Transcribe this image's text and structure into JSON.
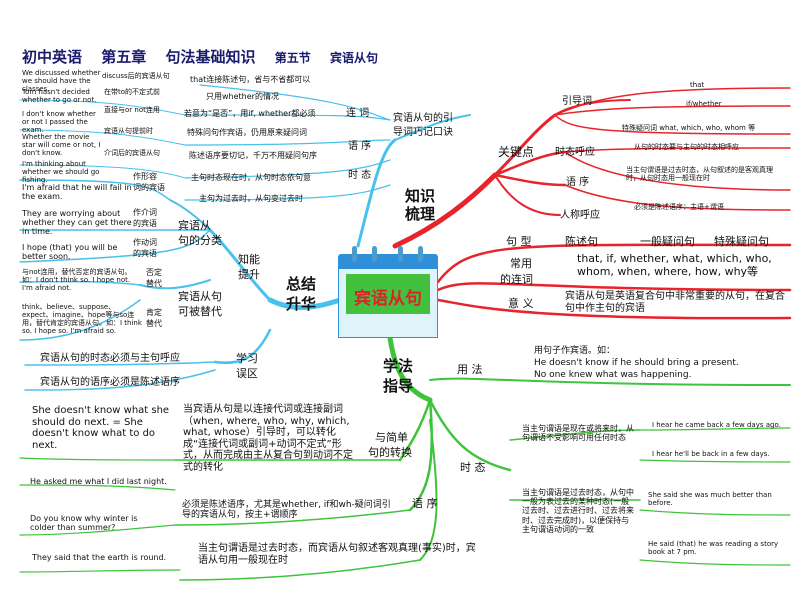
{
  "title": {
    "part1": "初中英语",
    "part2": "第五章",
    "part3": "句法基础知识",
    "part4": "第五节",
    "part5": "宾语从句"
  },
  "center": {
    "label": "宾语从句"
  },
  "knowledge": {
    "main": [
      "知识",
      "梳理"
    ],
    "keypoints": "关键点",
    "yindaoci": "引导词",
    "that": "that",
    "ifwhether": "if/whether",
    "special": "特殊疑问词 what, which, who, whom 等",
    "shitai_huying": "时态呼应",
    "shitai_huying_desc": "从句的时态要与主句的时态相呼应",
    "shitai_past_desc": "当主句谓语是过去时态，从句叙述的是客观真理时，从句时态用一般现在时",
    "yuxu": "语 序",
    "yuxu_desc": "必须是陈述语序：主语+谓语",
    "renchenghuying": "人称呼应",
    "juxing": "句 型",
    "chenshuju": "陈述句",
    "yibanyiwen": "一般疑问句",
    "teshuyiwen": "特殊疑问句",
    "changyong": [
      "常用",
      "的连词"
    ],
    "changyong_desc": "that, if, whether, what, which, who, whom, when, where, how, why等",
    "yiyi": "意 义",
    "yiyi_desc": "宾语从句是英语复合句中非常重要的从句，在复合句中作主句的宾语"
  },
  "summary": {
    "main": [
      "总结",
      "升华"
    ],
    "zhineng": [
      "知能",
      "提升"
    ],
    "fenlei": [
      "宾语从",
      "句的分类"
    ],
    "zuobiaoyu": [
      "作形容",
      "词的宾语"
    ],
    "zuobiaoyu_ex": "I'm afraid that he will fail in the exam.",
    "zuojieci": [
      "作介词",
      "的宾语"
    ],
    "zuojieci_ex": "They are worrying about whether they can get there in time.",
    "zuodongci": [
      "作动词",
      "的宾语"
    ],
    "zuodongci_ex": "I hope (that) you will be better soon.",
    "tidai": [
      "宾语从句",
      "可被替代"
    ],
    "fouding": [
      "否定",
      "替代"
    ],
    "fouding_ex": "与not连用，替代否定的宾语从句。如：I don't think so. I hope not. I'm afraid not.",
    "kending": [
      "肯定",
      "替代"
    ],
    "kending_ex": "think、believe、suppose、expect、imagine、hope等与so连用，替代肯定的宾语从句。如：I think so. I hope so. I'm afraid so.",
    "wuqu": [
      "学习",
      "误区"
    ],
    "wuqu1": "宾语从句的时态必须与主句呼应",
    "wuqu2": "宾语从句的语序必须是陈述语序"
  },
  "koujue": {
    "main": [
      "宾语从句的引",
      "导词巧记口诀"
    ],
    "lianci": "连 词",
    "yuxu": "语 序",
    "shitai": "时 态",
    "lines": [
      "that连接陈述句，省与不省都可以",
      "只用whether的情况",
      "若意为“是否”，用if, whether都必须",
      "特殊问句作宾语，仍用原来疑问词",
      "陈述语序要切记，千万不用疑问句序",
      "主句时态现在时，从句时态依句意",
      "主句为过去时，从句变过去时"
    ],
    "notes": [
      "discuss后的宾语从句",
      "在带to的不定式前",
      "直接与or not连用",
      "宾语从句提前时",
      "介词后的宾语从句"
    ],
    "examples": [
      "We discussed whether we should have the classes.",
      "Tom hasn't decided whether to go or not.",
      "I don't know whether or not I passed the exam.",
      "Whether the movie star will come or not, I don't know.",
      "I'm thinking about whether we should go fishing."
    ]
  },
  "method": {
    "main": [
      "学法",
      "指导"
    ],
    "yongfa": "用 法",
    "yongfa_desc": "用句子作宾语。如：",
    "yongfa_ex1": "He doesn't know if he should bring a present.",
    "yongfa_ex2": "No one knew what was happening.",
    "zhuanhuan": [
      "与简单",
      "句的转换"
    ],
    "zhuanhuan_desc": "当宾语从句是以连接代词或连接副词（when, where, who, why, which, what, whose）引导时，可以转化成“连接代词或副词+动词不定式”形式，从而完成由主从复合句到动词不定式的转化",
    "zhuanhuan_ex": "She doesn't know what she should do next. = She doesn't know what to do next.",
    "yuxu": "语 序",
    "yuxu_desc": "必须是陈述语序，尤其是whether, if和wh-疑问词引导的宾语从句，按主+谓顺序",
    "yuxu_ex1": "He asked me what I did last night.",
    "yuxu_ex2": "Do you know why winter is colder than summer?",
    "shitai": "时 态",
    "shitai_now": "当主句谓语是现在或将来时，从句谓语不受影响可用任何时态",
    "shitai_now_ex1": "I hear he came back a few days ago.",
    "shitai_now_ex2": "I hear he'll be back in a few days.",
    "shitai_past": "当主句谓语是过去时态，从句中一般为表过去的某种时态(一般过去时、过去进行时、过去将来时、过去完成时)，以便保持与主句谓语动词的一致",
    "shitai_past_ex1": "She said she was much better than before.",
    "shitai_past_ex2": "He said (that) he was reading a story book at 7 pm.",
    "truth": "当主句谓语是过去时态，而宾语从句叙述客观真理(事实)时，宾语从句用一般现在时",
    "truth_ex": "They said that the earth is round."
  },
  "colors": {
    "red": "#e8232b",
    "blue": "#48c1ec",
    "green": "#3ec33a",
    "title": "#1a1a6e"
  }
}
